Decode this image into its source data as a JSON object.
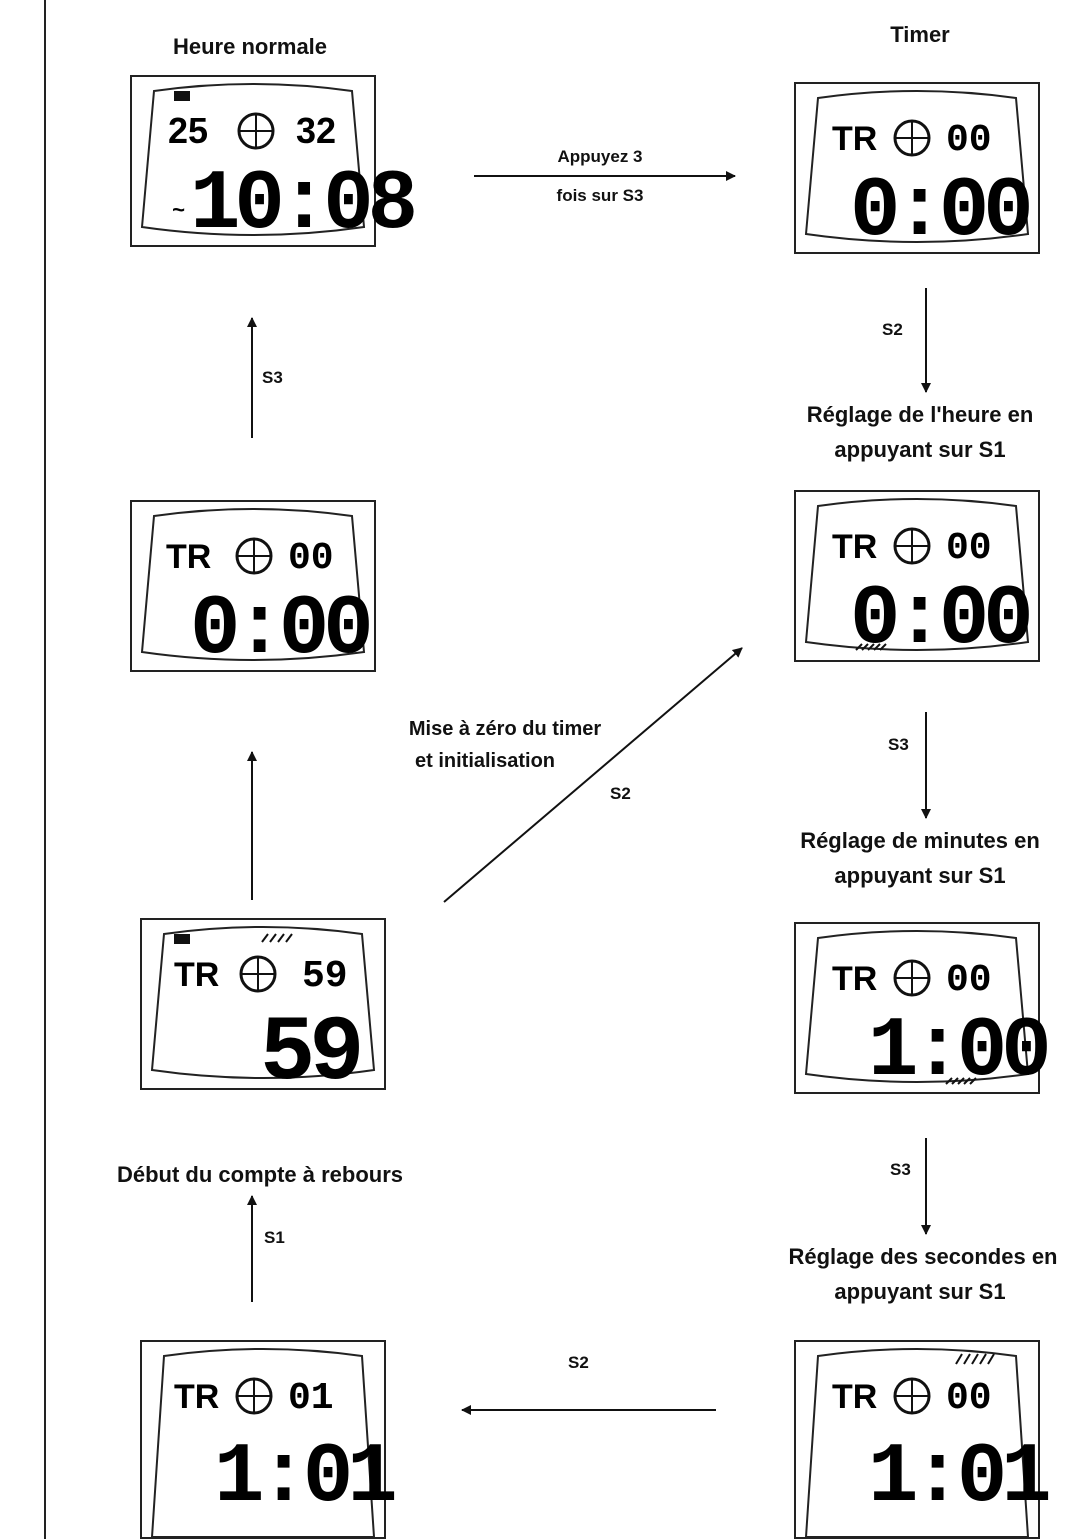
{
  "labels": {
    "heure_normale": "Heure normale",
    "timer": "Timer",
    "appuyez_line1": "Appuyez 3",
    "appuyez_line2": "fois sur S3",
    "reglage_heure_1": "Réglage de l'heure en",
    "reglage_heure_2": "appuyant sur S1",
    "mise_a_zero_1": "Mise à zéro du timer",
    "mise_a_zero_2": "et initialisation",
    "reglage_minutes_1": "Réglage de minutes en",
    "reglage_minutes_2": "appuyant sur S1",
    "debut_compte": "Début du compte à rebours",
    "reglage_secondes_1": "Réglage des secondes en",
    "reglage_secondes_2": "appuyant sur S1"
  },
  "buttons": {
    "s1": "S1",
    "s2": "S2",
    "s3": "S3",
    "s2_lower": "S2",
    "s3_left": "S3",
    "s3_right_a": "S3",
    "s3_right_b": "S3",
    "s1_left": "S1",
    "s2_diag": "S2",
    "s2_bottom": "S2"
  },
  "displays": {
    "normal": {
      "top_left": "25",
      "top_right": "32",
      "main": "10:08",
      "prefix": "~"
    },
    "timer": {
      "mode": "TR",
      "top_right": "00",
      "main": "0:00"
    },
    "reset": {
      "mode": "TR",
      "top_right": "00",
      "main": "0:00"
    },
    "hour_set": {
      "mode": "TR",
      "top_right": "00",
      "main": "0:00"
    },
    "countdown": {
      "mode": "TR",
      "top_right": "59",
      "main": "59"
    },
    "minute_set": {
      "mode": "TR",
      "top_right": "00",
      "main": "1:00"
    },
    "start": {
      "mode": "TR",
      "top_right": "01",
      "main": "1:01"
    },
    "second_set": {
      "mode": "TR",
      "top_right": "00",
      "main": "1:01"
    }
  }
}
